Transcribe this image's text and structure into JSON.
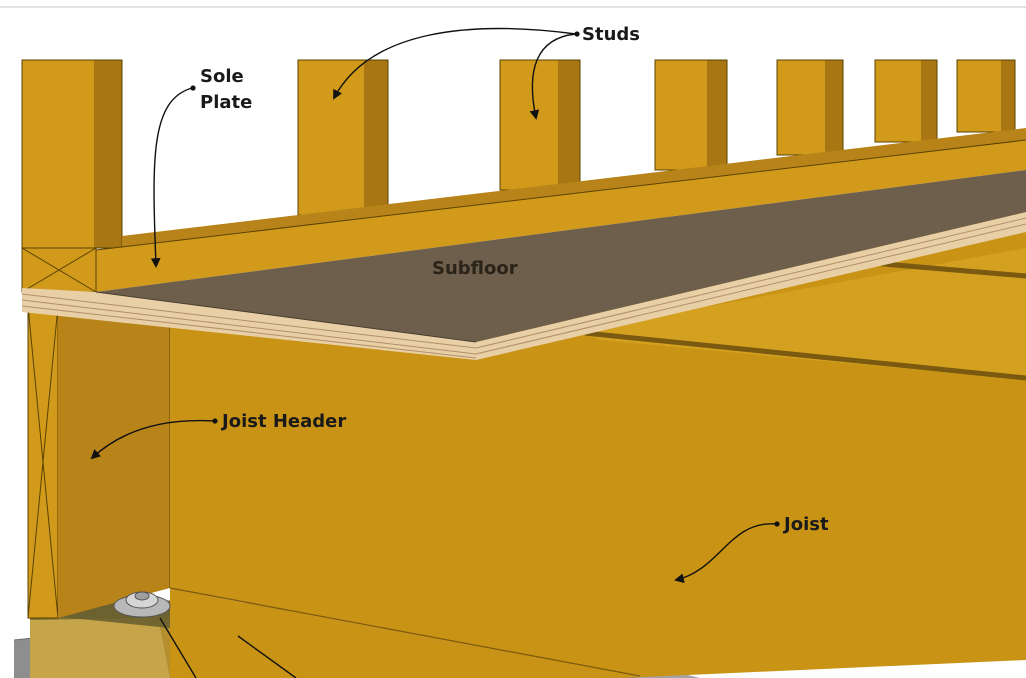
{
  "labels": {
    "studs": "Studs",
    "sole_plate_line1": "Sole",
    "sole_plate_line2": "Plate",
    "subfloor": "Subfloor",
    "joist_header": "Joist Header",
    "joist": "Joist"
  },
  "colors": {
    "lumber": "#d19a1a",
    "lumber_shadow": "#a87612",
    "lumber_dark": "#8c6210",
    "subfloor_top": "#6e5e4c",
    "plywood_edge": "#e8cfa6",
    "concrete": "#8e8e8e",
    "sill_gasket": "#7a7034",
    "background": "#ffffff"
  }
}
